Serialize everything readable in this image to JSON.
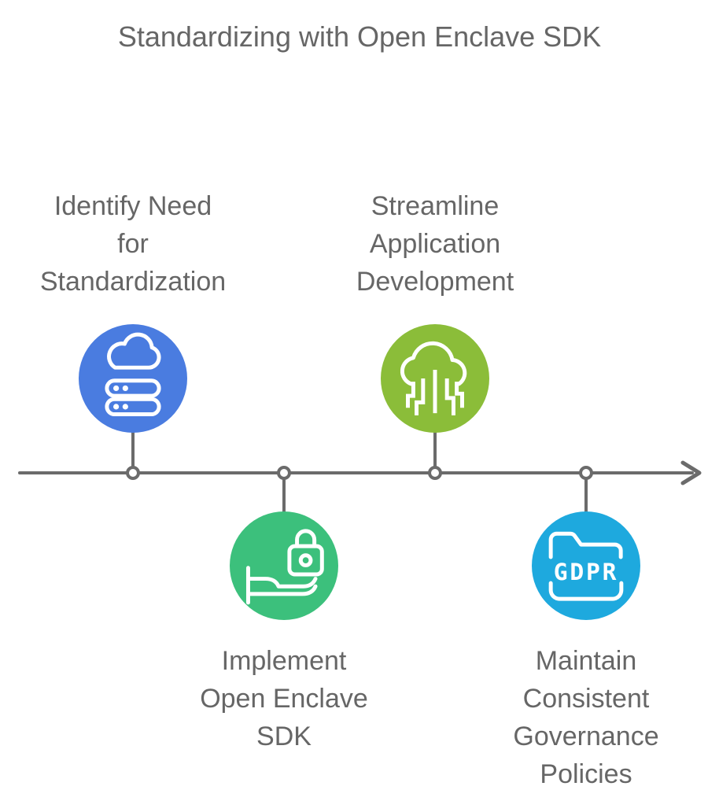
{
  "title": "Standardizing with Open Enclave SDK",
  "colors": {
    "text_gray": "#666666",
    "axis_gray": "#6b6b6b",
    "blue": "#4a7ce0",
    "green": "#3cc07c",
    "lime": "#8bbd39",
    "cyan": "#1ea9de"
  },
  "timeline": {
    "direction": "left-to-right",
    "node_count": 4
  },
  "milestones": [
    {
      "id": "identify-need",
      "label": "Identify Need\nfor\nStandardization",
      "icon": "cloud-server-icon",
      "color": "#4a7ce0",
      "position": "above"
    },
    {
      "id": "implement-sdk",
      "label": "Implement\nOpen Enclave\nSDK",
      "icon": "bed-lock-icon",
      "color": "#3cc07c",
      "position": "below"
    },
    {
      "id": "streamline-dev",
      "label": "Streamline\nApplication\nDevelopment",
      "icon": "cloud-circuit-icon",
      "color": "#8bbd39",
      "position": "above"
    },
    {
      "id": "governance-policies",
      "label": "Maintain\nConsistent\nGovernance\nPolicies",
      "icon": "gdpr-folder-icon",
      "color": "#1ea9de",
      "position": "below",
      "icon_text": "GDPR"
    }
  ]
}
